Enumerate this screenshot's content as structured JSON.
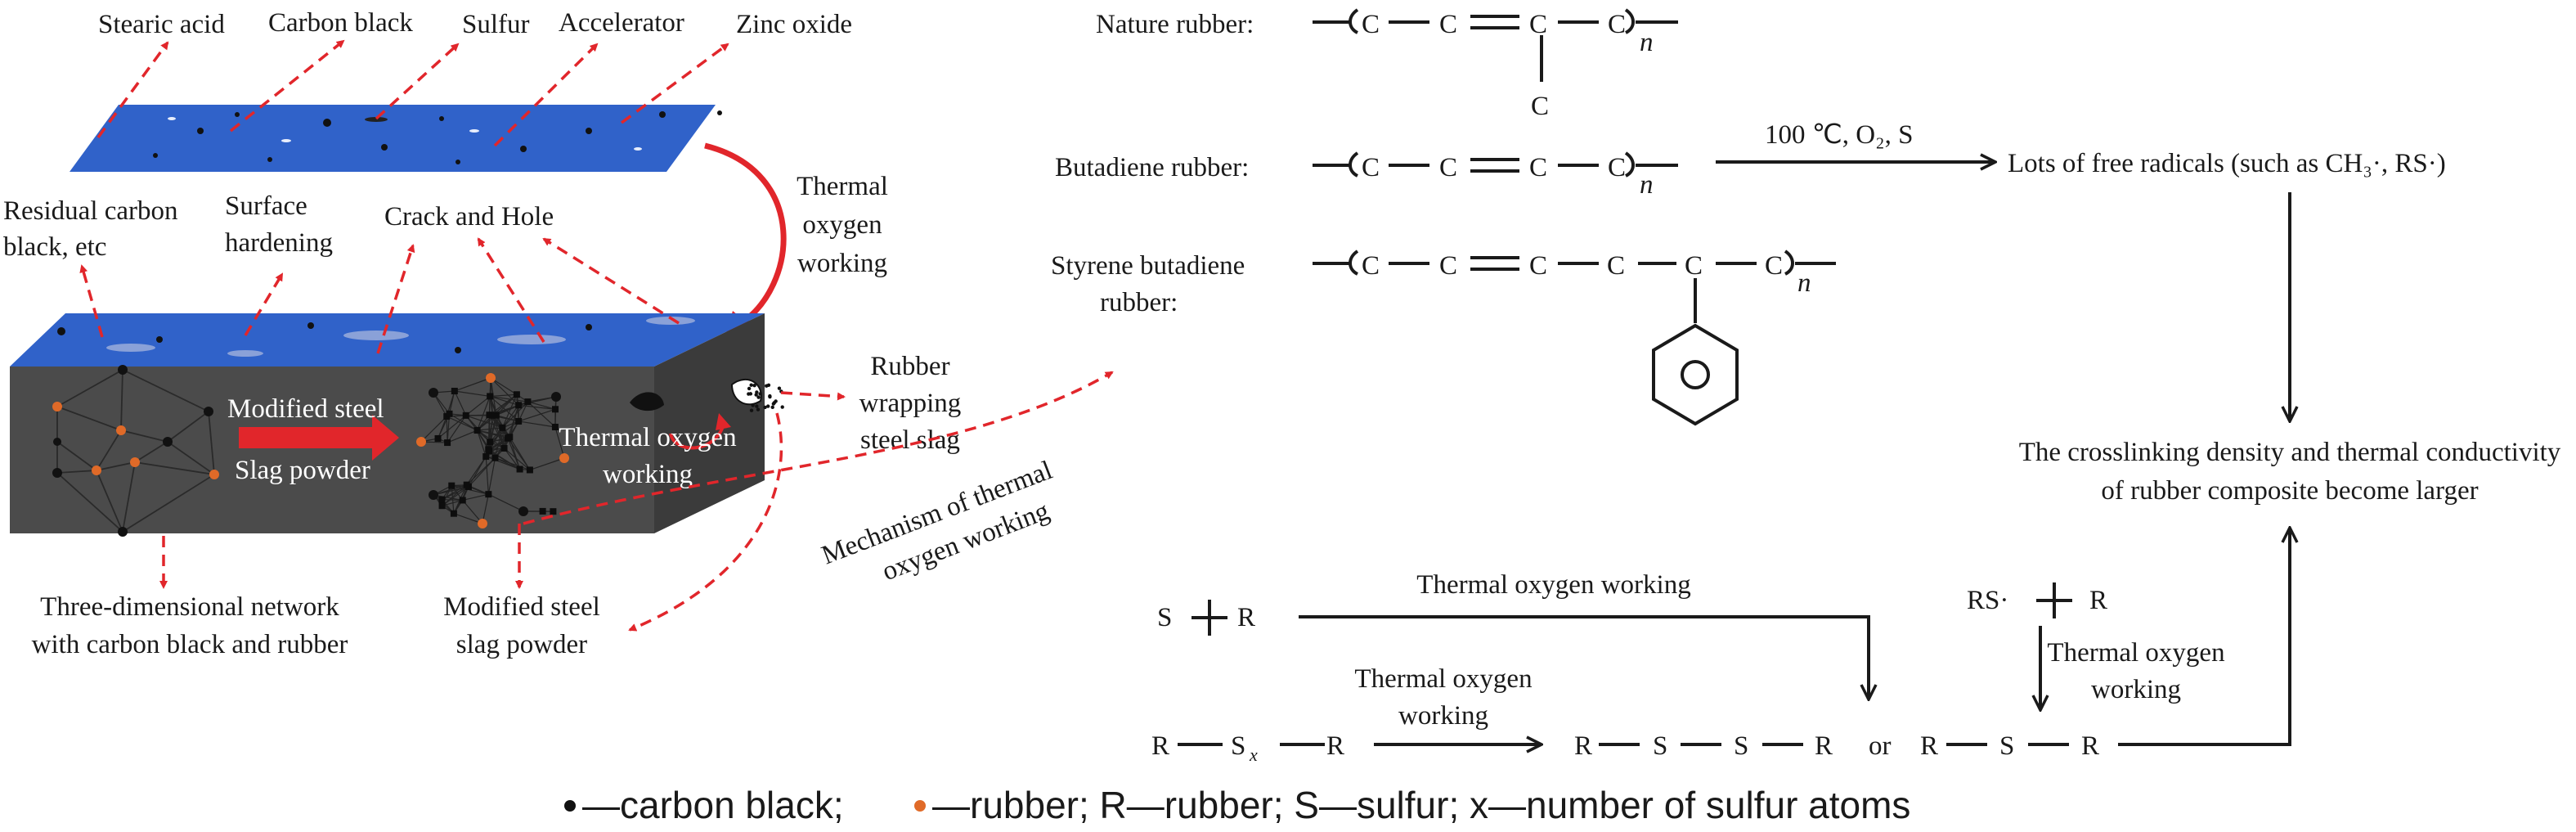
{
  "left_panel": {
    "top_labels": [
      "Stearic acid",
      "Carbon black",
      "Sulfur",
      "Accelerator",
      "Zinc oxide"
    ],
    "residual_label": [
      "Residual carbon",
      "black, etc"
    ],
    "surface_label": [
      "Surface",
      "hardening"
    ],
    "crack_label": "Crack and Hole",
    "thermal_label": [
      "Thermal",
      "oxygen",
      "working"
    ],
    "rubber_wrap_label": [
      "Rubber",
      "wrapping",
      "steel slag"
    ],
    "modified_arrow_label": [
      "Modified steel",
      "Slag powder"
    ],
    "block_thermal_label": [
      "Thermal oxygen",
      "working"
    ],
    "mechanism_label": [
      "Mechanism of thermal",
      "oxygen working"
    ],
    "network_label": [
      "Three-dimensional network",
      "with carbon black and rubber"
    ],
    "powder_label": [
      "Modified steel",
      "slag powder"
    ],
    "colors": {
      "surface": "#3060c8",
      "block": "#4a4a4a",
      "arrow": "#e1262b",
      "rubber_dot": "#e06a28"
    }
  },
  "right_panel": {
    "nature_label": "Nature rubber:",
    "butadiene_label": "Butadiene rubber:",
    "sbr_label": [
      "Styrene butadiene",
      "rubber:"
    ],
    "atom_c": "C",
    "subscript_n": "n",
    "condition": "100 ℃, O₂, S",
    "free_radicals": "Lots of free radicals (such as CH₃·, RS·)",
    "result": [
      "The crosslinking density and thermal conductivity",
      "of rubber composite become larger"
    ],
    "atom_s": "S",
    "atom_r": "R",
    "plus": "+",
    "or": "or",
    "sx_s": "S",
    "sx_x": "x",
    "rs_dot": "RS·",
    "thermal_top": "Thermal oxygen working",
    "thermal_mid": [
      "Thermal oxygen",
      "working"
    ],
    "thermal_right": [
      "Thermal oxygen",
      "working"
    ]
  },
  "legend": {
    "carbon": "—carbon black;",
    "rubber": "—rubber; R—rubber; S—sulfur; x—number of sulfur atoms"
  }
}
